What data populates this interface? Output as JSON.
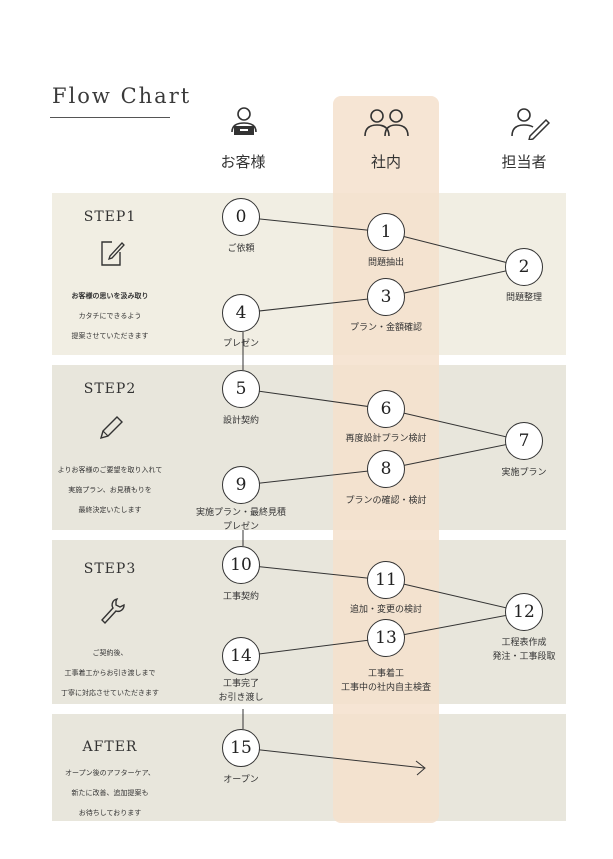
{
  "title": "Flow Chart",
  "columns": {
    "customer": "お客様",
    "company": "社内",
    "staff": "担当者"
  },
  "icons": {
    "customer": "customer-person-icon",
    "company": "group-icon",
    "staff": "staff-person-pen-icon"
  },
  "steps": [
    {
      "title": "STEP1",
      "icon": "memo-pencil-icon",
      "desc_bold": "お客様の思いを汲み取り",
      "desc": "カタチにできるよう\n提案させていただきます"
    },
    {
      "title": "STEP2",
      "icon": "pencil-icon",
      "desc": "よりお客様のご要望を取り入れて\n実施プラン、お見積もりを\n最終決定いたします"
    },
    {
      "title": "STEP3",
      "icon": "wrench-icon",
      "desc": "ご契約後、\n工事着工からお引き渡しまで\n丁寧に対応させていただきます"
    },
    {
      "title": "AFTER",
      "icon": "",
      "desc": "オープン後のアフターケア、\n新たに改善、追加提案も\nお待ちしております"
    }
  ],
  "nodes": [
    {
      "num": "0",
      "label": "ご依頼"
    },
    {
      "num": "1",
      "label": "問題抽出"
    },
    {
      "num": "2",
      "label": "問題整理"
    },
    {
      "num": "3",
      "label": "プラン・金額確認"
    },
    {
      "num": "4",
      "label": "プレゼン"
    },
    {
      "num": "5",
      "label": "設計契約"
    },
    {
      "num": "6",
      "label": "再度設計プラン検討"
    },
    {
      "num": "7",
      "label": "実施プラン"
    },
    {
      "num": "8",
      "label": "プランの確認・検討"
    },
    {
      "num": "9",
      "label": "実施プラン・最終見積\nプレゼン"
    },
    {
      "num": "10",
      "label": "工事契約"
    },
    {
      "num": "11",
      "label": "追加・変更の検討"
    },
    {
      "num": "12",
      "label": "工程表作成\n発注・工事段取"
    },
    {
      "num": "13",
      "label": "工事着工\n工事中の社内自主検査"
    },
    {
      "num": "14",
      "label": "工事完了\nお引き渡し"
    },
    {
      "num": "15",
      "label": "オープン"
    }
  ],
  "colors": {
    "band_beige": "#f1eee3",
    "band_gray": "#e8e6dc",
    "highlight": "#f4e1cc",
    "line": "#333333"
  }
}
